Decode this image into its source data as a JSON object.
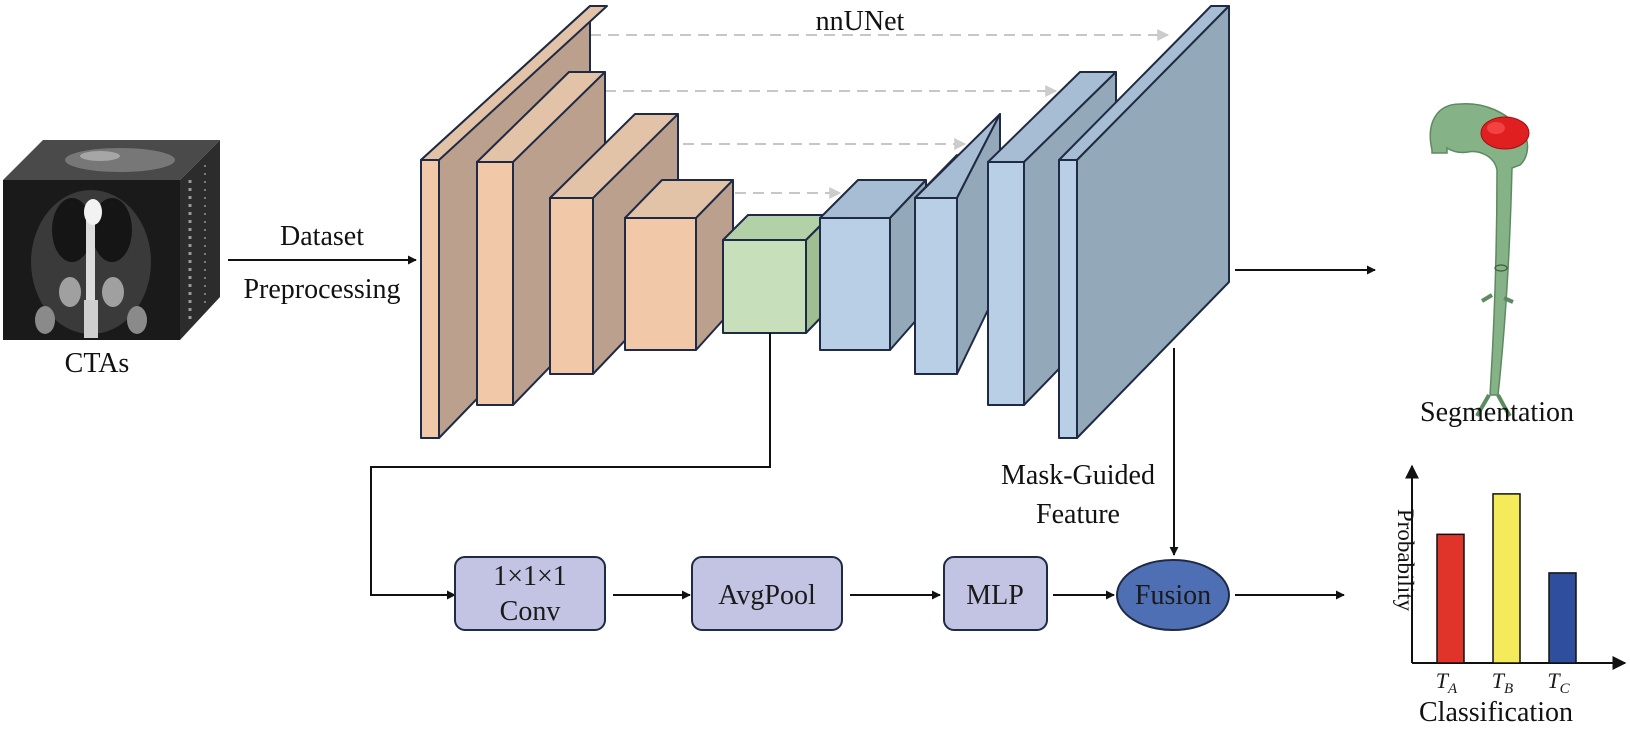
{
  "labels": {
    "nnunet": "nnUNet",
    "ctas": "CTAs",
    "dataset": "Dataset",
    "preprocessing": "Preprocessing",
    "segmentation": "Segmentation",
    "mask_guided": "Mask-Guided",
    "feature": "Feature",
    "classification": "Classification",
    "probability": "Probability"
  },
  "blocks": {
    "conv_line1": "1×1×1",
    "conv_line2": "Conv",
    "avgpool": "AvgPool",
    "mlp": "MLP",
    "fusion": "Fusion"
  },
  "chart_data": {
    "type": "bar",
    "categories": [
      "T_A",
      "T_B",
      "T_C"
    ],
    "category_labels": [
      {
        "base": "T",
        "sub": "A"
      },
      {
        "base": "T",
        "sub": "B"
      },
      {
        "base": "T",
        "sub": "C"
      }
    ],
    "values": [
      0.7,
      0.92,
      0.49
    ],
    "ylim": [
      0,
      1.05
    ],
    "colors": [
      "#e0342a",
      "#f5ea5a",
      "#2f4f9e"
    ],
    "ylabel": "Probability",
    "xlabel": "Classification",
    "title": "",
    "grid": false
  },
  "colors": {
    "encoder_front": "#f2c9a8",
    "encoder_dark": "#bca08e",
    "bottleneck_front": "#c7e0bb",
    "bottleneck_dark": "#9fbf93",
    "decoder_front": "#b8cfe6",
    "decoder_dark": "#93a8b9",
    "module_fill": "#c3c3e3",
    "fusion_fill": "#4f6fb5",
    "aorta": "#86b287",
    "lesion": "#e02020",
    "skip_arrow": "#c7c7c7"
  }
}
